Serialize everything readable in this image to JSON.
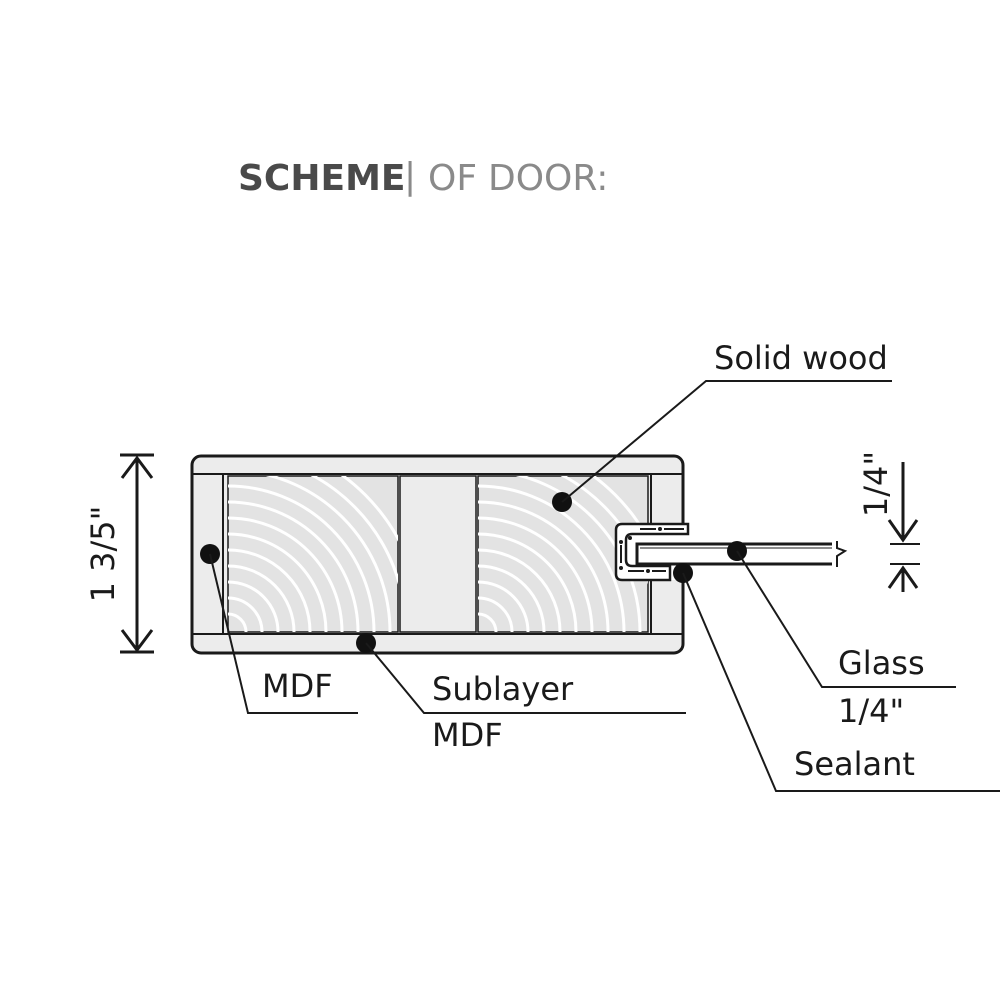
{
  "title": {
    "bold": "SCHEME",
    "separator": "|",
    "light_1": "OF",
    "light_2": "DOOR:"
  },
  "dimensions": {
    "door_thickness": "1 3/5\"",
    "glass_thickness": "1/4\""
  },
  "labels": {
    "solid_wood": "Solid wood",
    "mdf": "MDF",
    "sublayer_line1": "Sublayer",
    "sublayer_line2": "MDF",
    "glass_line1": "Glass",
    "glass_line2": "1/4\"",
    "sealant": "Sealant"
  },
  "colors": {
    "stroke": "#1a1a1a",
    "panel_fill": "#e6e6e6",
    "grain": "#ffffff"
  }
}
